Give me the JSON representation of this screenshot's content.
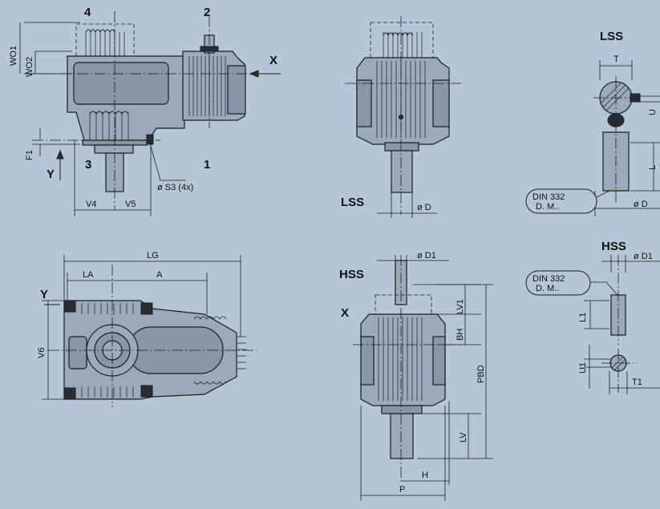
{
  "labels": {
    "pos_4": "4",
    "pos_2": "2",
    "pos_3": "3",
    "pos_1": "1",
    "x_top": "X",
    "y_left": "Y",
    "y_plan": "Y",
    "x_front": "X",
    "wo1": "WO1",
    "wo2": "WO2",
    "f1": "F1",
    "v4": "V4",
    "v5": "V5",
    "s3": "ø S3 (4x)",
    "lg": "LG",
    "la": "LA",
    "a": "A",
    "v6": "V6",
    "lss_mid": "LSS",
    "d_mid": "ø D",
    "hss_mid": "HSS",
    "d1_mid": "ø D1",
    "lv1": "LV1",
    "bh": "BH",
    "pbd": "PBD",
    "lv": "LV",
    "h": "H",
    "p": "P",
    "lss_right": "LSS",
    "t": "T",
    "u": "U",
    "l": "L",
    "d_right": "ø D",
    "din_top_1": "DIN 332",
    "din_top_2": "D. M..",
    "hss_right": "HSS",
    "d1_right": "ø D1",
    "din_bot_1": "DIN 332",
    "din_bot_2": "D. M..",
    "l1": "L1",
    "u1": "U1",
    "t1": "T1"
  },
  "colors": {
    "background": "#b4c5d6",
    "housing": "#9aaabb",
    "line": "#1a1d22"
  }
}
